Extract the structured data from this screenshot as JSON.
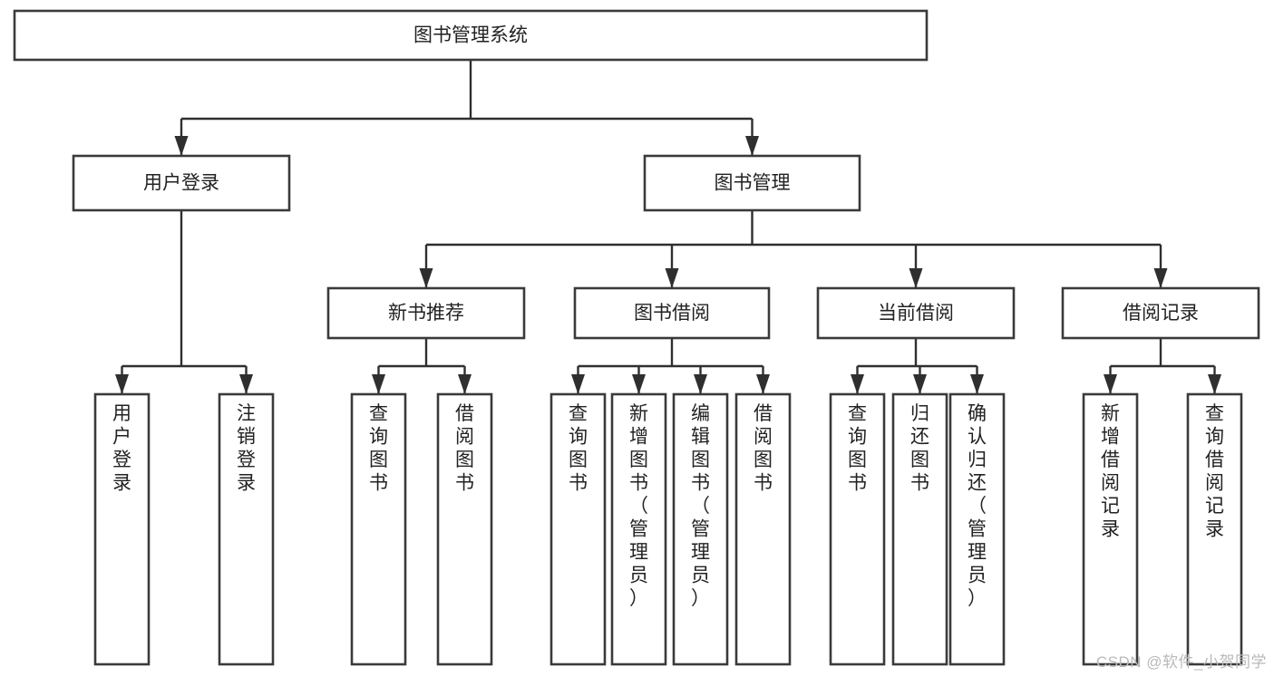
{
  "diagram": {
    "type": "tree-hierarchy-flowchart",
    "title": "图书管理系统",
    "colors": {
      "background": "#ffffff",
      "box_stroke": "#3a3a3a",
      "box_fill": "#ffffff",
      "connector": "#2f2f2f",
      "text": "#222222",
      "watermark": "#b9b9b9"
    },
    "root": {
      "label": "图书管理系统",
      "orientation": "horizontal"
    },
    "level2": [
      {
        "label": "用户登录",
        "orientation": "horizontal"
      },
      {
        "label": "图书管理",
        "orientation": "horizontal"
      }
    ],
    "level3": [
      {
        "label": "新书推荐",
        "orientation": "horizontal"
      },
      {
        "label": "图书借阅",
        "orientation": "horizontal"
      },
      {
        "label": "当前借阅",
        "orientation": "horizontal"
      },
      {
        "label": "借阅记录",
        "orientation": "horizontal"
      }
    ],
    "leaves": {
      "user_login": [
        {
          "label": "用户登录",
          "orientation": "vertical"
        },
        {
          "label": "注销登录",
          "orientation": "vertical"
        }
      ],
      "new_book_recommend": [
        {
          "label": "查询图书",
          "orientation": "vertical"
        },
        {
          "label": "借阅图书",
          "orientation": "vertical"
        }
      ],
      "book_borrow": [
        {
          "label": "查询图书",
          "orientation": "vertical"
        },
        {
          "label": "新增图书（管理员）",
          "orientation": "vertical"
        },
        {
          "label": "编辑图书（管理员）",
          "orientation": "vertical"
        },
        {
          "label": "借阅图书",
          "orientation": "vertical"
        }
      ],
      "current_borrow": [
        {
          "label": "查询图书",
          "orientation": "vertical"
        },
        {
          "label": "归还图书",
          "orientation": "vertical"
        },
        {
          "label": "确认归还（管理员）",
          "orientation": "vertical"
        }
      ],
      "borrow_record": [
        {
          "label": "新增借阅记录",
          "orientation": "vertical"
        },
        {
          "label": "查询借阅记录",
          "orientation": "vertical"
        }
      ]
    }
  },
  "watermark": {
    "text": "CSDN @软件_小贺同学"
  }
}
